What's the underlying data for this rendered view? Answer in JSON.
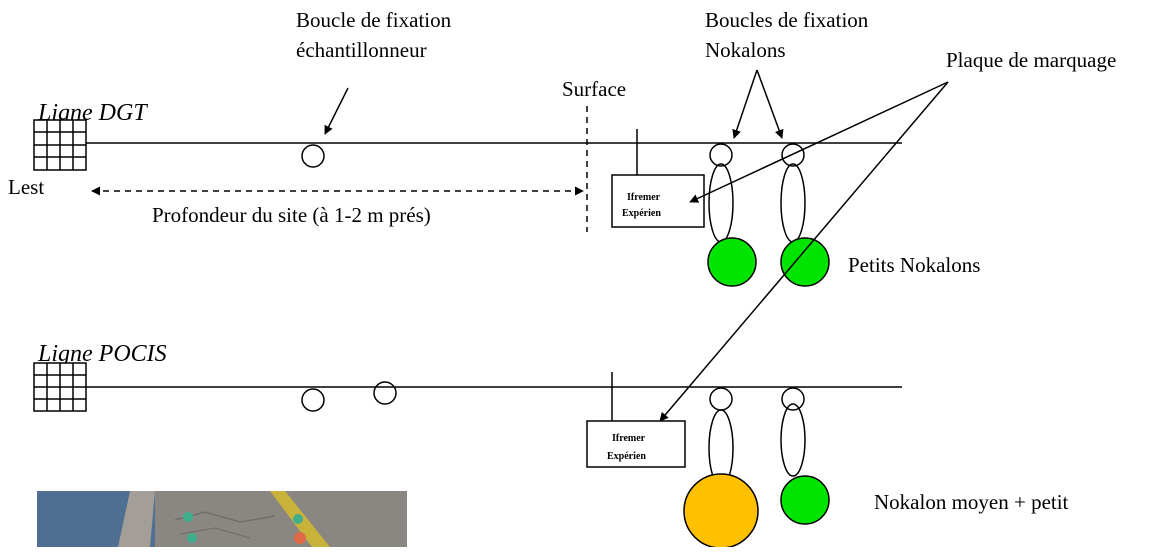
{
  "labels": {
    "boucle_echantillonneur_1": "Boucle de fixation",
    "boucle_echantillonneur_2": "échantillonneur",
    "boucles_nokalons_1": "Boucles de fixation",
    "boucles_nokalons_2": "Nokalons",
    "plaque": "Plaque de marquage",
    "surface": "Surface",
    "lest": "Lest",
    "profondeur": "Profondeur du site (à 1-2 m prés)",
    "petits_nokalons": "Petits Nokalons",
    "nokalon_moyen_petit": "Nokalon moyen + petit"
  },
  "lines": {
    "dgt": "Ligne DGT",
    "pocis": "Ligne POCIS"
  },
  "tags": {
    "line1": "Ifremer",
    "line2": "Expérien"
  },
  "colors": {
    "small_float": "#00e400",
    "medium_float": "#ffc000",
    "photo_ground": "#8a8682",
    "photo_water": "#4e6f92"
  }
}
